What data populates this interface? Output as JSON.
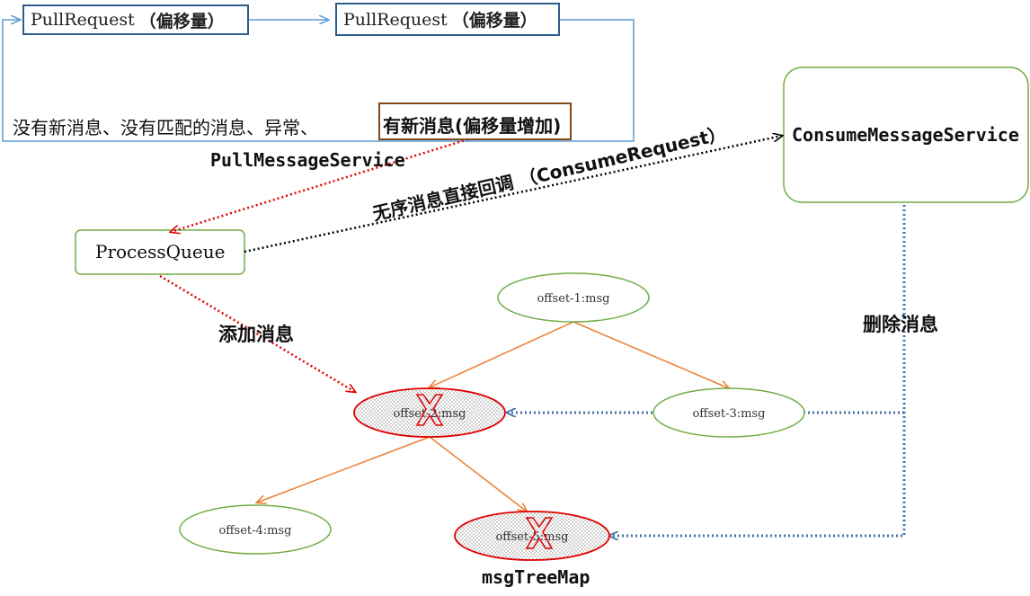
{
  "pull_requests": [
    {
      "text": "PullRequest",
      "qualifier": "（偏移量）"
    },
    {
      "text": "PullRequest",
      "qualifier": "（偏移量）"
    }
  ],
  "loop_text": "没有新消息、没有匹配的消息、异常、",
  "loop_highlight": "有新消息(偏移量增加)",
  "pull_service": "PullMessageService",
  "consume_service": "ConsumeMessageService",
  "process_queue": "ProcessQueue",
  "callback_label": "无序消息直接回调 （ConsumeRequest）",
  "add_label": "添加消息",
  "delete_label": "删除消息",
  "tree_label": "msgTreeMap",
  "tree_nodes": [
    {
      "label": "offset-1:msg",
      "removed": false
    },
    {
      "label": "offset-2:msg",
      "removed": true
    },
    {
      "label": "offset-3:msg",
      "removed": false
    },
    {
      "label": "offset-4:msg",
      "removed": false
    },
    {
      "label": "offset-5:msg",
      "removed": true
    }
  ],
  "colors": {
    "box_border": "#2e5d8c",
    "loop_line": "#5b9bd5",
    "highlight_border": "#7f4a1e",
    "green": "#70ad47",
    "red": "#e00000",
    "orange": "#ed7d31",
    "blue_dotted": "#4472a4",
    "black": "#000000"
  }
}
